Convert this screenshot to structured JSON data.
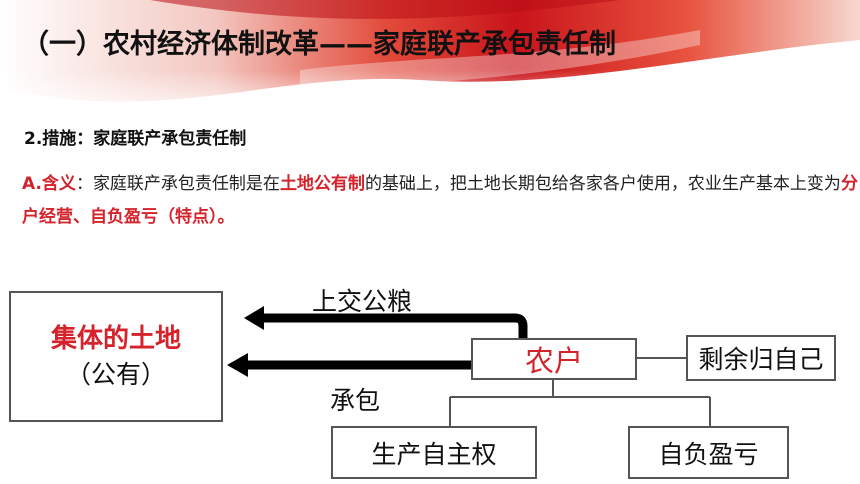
{
  "title": "（一）农村经济体制改革——家庭联产承包责任制",
  "subhead": "2.措施：家庭联产承包责任制",
  "paragraph": {
    "label": "A.含义",
    "colon": "：",
    "t1": "家庭联产承包责任制是在",
    "h1": "土地公有制",
    "t2": "的基础上，把土地长期包给各家各户使用，农业生产基本上变为",
    "h2": "分户经营、自负盈亏（特点）",
    "t3": "。"
  },
  "diagram": {
    "land_line1": "集体的土地",
    "land_line2": "（公有）",
    "upper_arrow_label": "上交公粮",
    "lower_arrow_label": "承包",
    "farmer": "农户",
    "surplus": "剩余归自己",
    "right1": "生产自主权",
    "right2": "自负盈亏"
  },
  "colors": {
    "accent": "#d4232b",
    "text": "#111111"
  }
}
